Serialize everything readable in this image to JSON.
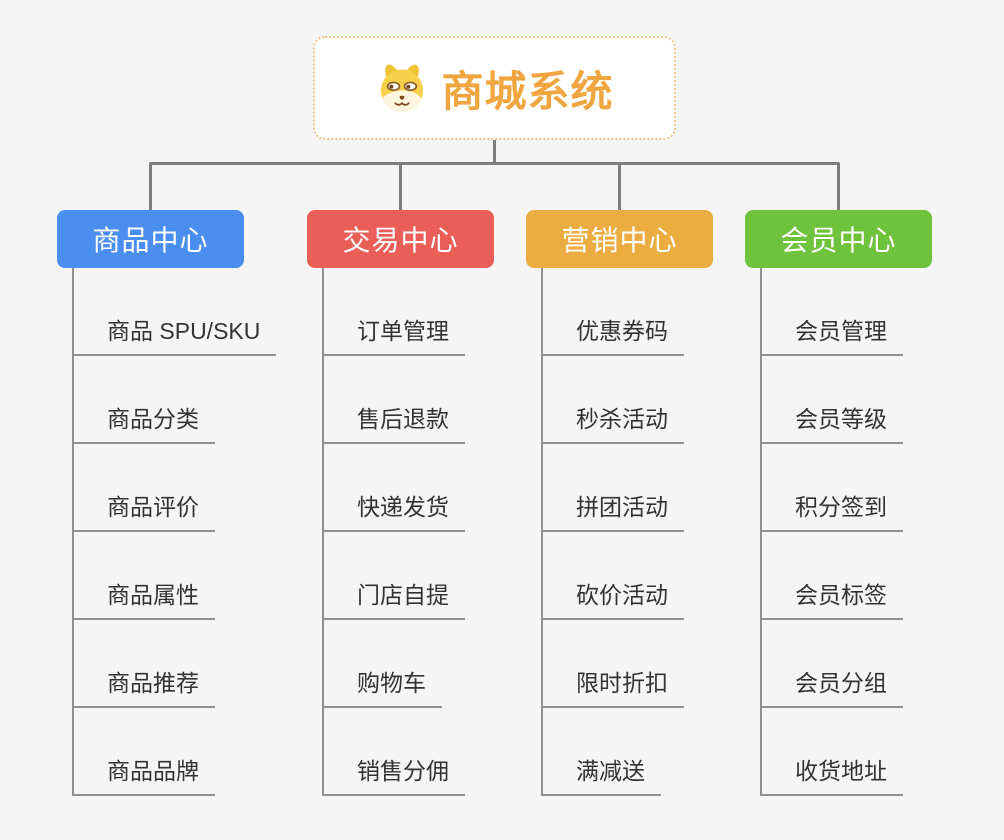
{
  "page": {
    "background": "#f5f5f6"
  },
  "root": {
    "title": "商城系统",
    "icon": "dog-face-icon",
    "accent_color": "#f0a640",
    "border_color": "#f2c37e"
  },
  "connectors": {
    "tree_color": "#7e7e7e",
    "underline_color": "#909090"
  },
  "branches": [
    {
      "label": "商品中心",
      "color": "#4a8ef0",
      "items": [
        "商品 SPU/SKU",
        "商品分类",
        "商品评价",
        "商品属性",
        "商品推荐",
        "商品品牌"
      ]
    },
    {
      "label": "交易中心",
      "color": "#e95f58",
      "items": [
        "订单管理",
        "售后退款",
        "快递发货",
        "门店自提",
        "购物车",
        "销售分佣"
      ]
    },
    {
      "label": "营销中心",
      "color": "#ebad41",
      "items": [
        "优惠券码",
        "秒杀活动",
        "拼团活动",
        "砍价活动",
        "限时折扣",
        "满减送"
      ]
    },
    {
      "label": "会员中心",
      "color": "#6ec23c",
      "items": [
        "会员管理",
        "会员等级",
        "积分签到",
        "会员标签",
        "会员分组",
        "收货地址"
      ]
    }
  ]
}
